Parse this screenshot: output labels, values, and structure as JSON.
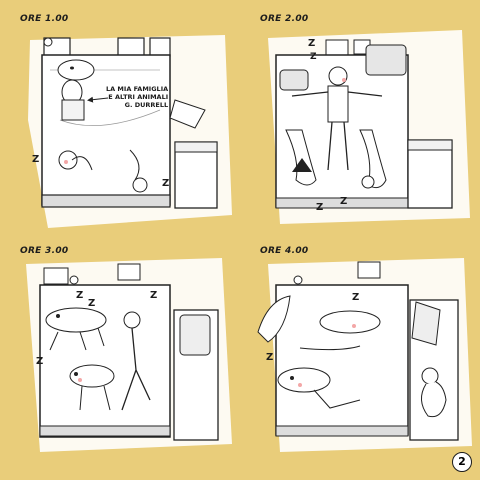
{
  "panels": [
    {
      "time": "ORE 1.00"
    },
    {
      "time": "ORE 2.00"
    },
    {
      "time": "ORE 3.00"
    },
    {
      "time": "ORE 4.00"
    }
  ],
  "book": {
    "line1": "LA MIA FAMIGLIA",
    "line2": "E ALTRI ANIMALI",
    "line3": "G. DURRELL"
  },
  "snore": "Z",
  "page_number": "2"
}
